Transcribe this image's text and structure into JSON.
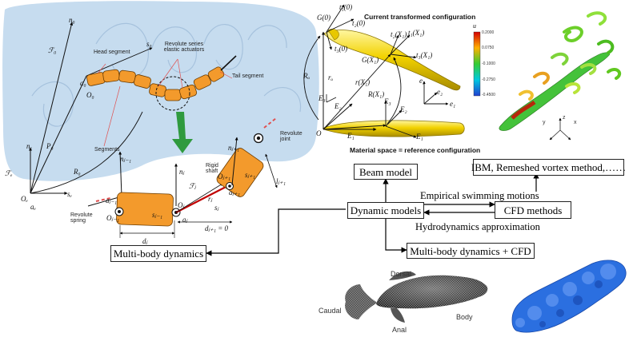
{
  "nodes": {
    "beam_model": "Beam model",
    "ibm": "IBM, Remeshed vortex method,……",
    "dynamic_models": "Dynamic models",
    "cfd_methods": "CFD methods",
    "multibody": "Multi-body dynamics",
    "multibody_cfd": "Multi-body dynamics + CFD"
  },
  "edges": {
    "empirical": "Empirical swimming motions",
    "hydro": "Hydrodynamics approximation"
  },
  "robot_panel": {
    "head_segment": "Head segment",
    "revolute_actuators": "Revolute series elastic actuators",
    "tail_segment": "Tail segment",
    "segments": "Segments",
    "revolute_spring": "Revolute spring",
    "rigid_shaft": "Rigid shaft",
    "revolute_joint": "Revolute joint",
    "math": {
      "n0": "n₀",
      "s0": "s₀",
      "F0": "ℱ₀",
      "a0": "a₀",
      "O0": "O₀",
      "P0": "P₀",
      "R0": "R₀",
      "ne": "nₑ",
      "se": "sₑ",
      "Fe": "ℱₑ",
      "Oe": "Oₑ",
      "ae": "aₑ",
      "nj1m": "nⱼ₋₁",
      "nj": "nⱼ",
      "Fj": "ℱⱼ",
      "aj1m": "aⱼ₋₁",
      "Oj1m": "Oⱼ₋₁",
      "sj1m": "sⱼ₋₁",
      "Oj": "Oⱼ",
      "aj": "aⱼ",
      "rj": "rⱼ",
      "sj": "sⱼ",
      "Oj1": "Oⱼ₊₁",
      "aj1": "aⱼ₊₁",
      "nj1": "nⱼ₊₁",
      "sj1": "sⱼ₊₁",
      "lj1": "lⱼ₊₁",
      "dj": "dⱼ",
      "dj1": "dⱼ₊₁ = 0"
    }
  },
  "beam_panel": {
    "title_top": "Current transformed configuration",
    "title_bottom": "Material space = reference configuration",
    "math": {
      "G0": "G(0)",
      "t10": "t₁(0)",
      "t20": "t₂(0)",
      "t30": "t₃(0)",
      "t2X": "t₂(X₁)",
      "t1X": "t₁(X₁)",
      "t3X": "t₃(X₁)",
      "GX": "G(X₁)",
      "ro": "rₒ",
      "Ro": "Rₒ",
      "rX": "r(X₁)",
      "RX": "R(X₁)",
      "O": "O",
      "E1": "E₁",
      "E2": "E₂",
      "E3": "E₃",
      "e1": "e₁",
      "e2": "e₂",
      "e3": "e₃"
    }
  },
  "cfd_panel": {
    "colorbar_label": "u",
    "ticks": [
      "0.2000",
      "0.0750",
      "-0.1000",
      "-0.2750",
      "-0.4500"
    ],
    "axes": [
      "y",
      "z",
      "x"
    ]
  },
  "fish_mesh": {
    "dorsal": "Dorsal",
    "caudal": "Caudal",
    "anal": "Anal",
    "body": "Body"
  },
  "colors": {
    "panel_blue": "#c6dcef",
    "segment_orange": "#f39a2c",
    "arrow_green": "#2f9a3e",
    "rod_yellow": "#f2d200",
    "fish_blue": "#2b6fe0"
  }
}
